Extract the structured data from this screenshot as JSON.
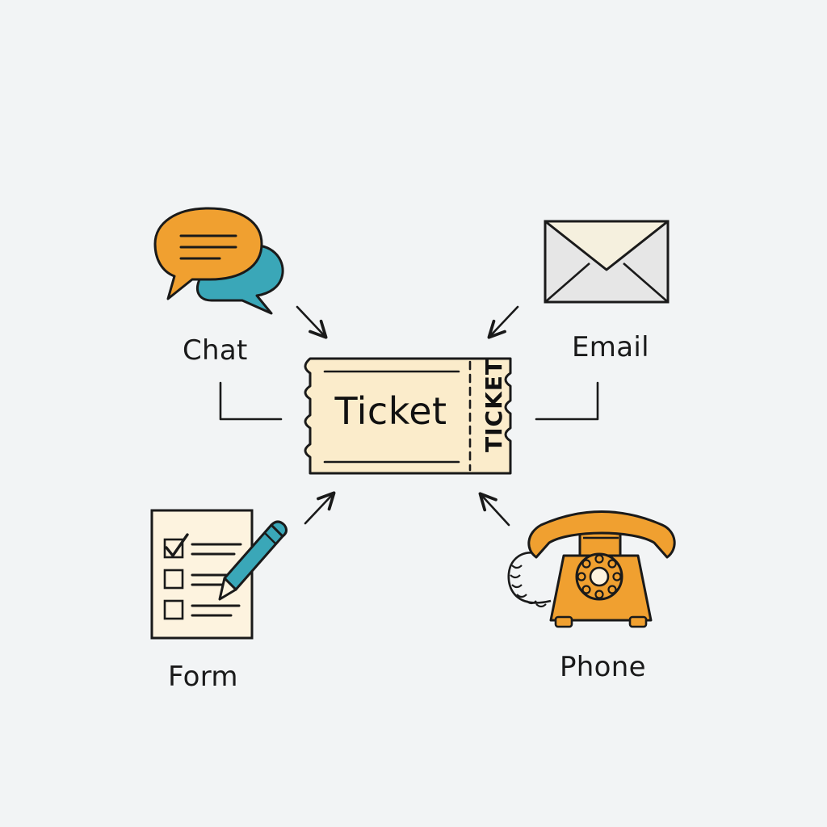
{
  "nodes": {
    "chat": {
      "label": "Chat",
      "icon": "chat-bubbles-icon"
    },
    "email": {
      "label": "Email",
      "icon": "envelope-icon"
    },
    "form": {
      "label": "Form",
      "icon": "checklist-form-icon"
    },
    "phone": {
      "label": "Phone",
      "icon": "rotary-phone-icon"
    }
  },
  "ticket": {
    "title": "Ticket",
    "stub_text": "TICKET",
    "icon": "ticket-icon"
  },
  "colors": {
    "background": "#f2f4f5",
    "orange": "#f0a030",
    "teal": "#3aa7b8",
    "ticket_fill": "#fbeccb",
    "form_fill": "#fdf3df",
    "envelope_fill": "#e6e6e6",
    "stroke": "#1a1a1a"
  }
}
